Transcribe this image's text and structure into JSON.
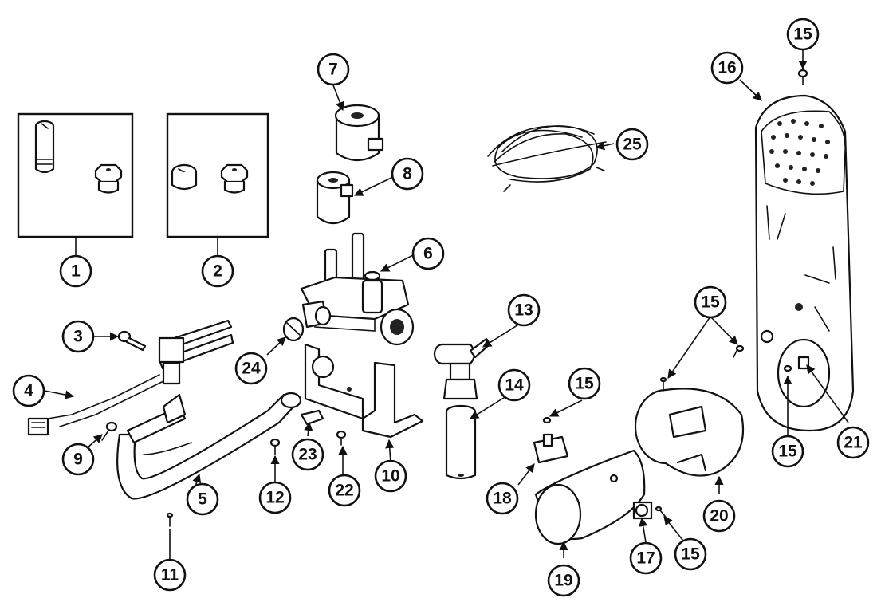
{
  "callouts": [
    {
      "id": "c1",
      "label": "1"
    },
    {
      "id": "c2",
      "label": "2"
    },
    {
      "id": "c3",
      "label": "3"
    },
    {
      "id": "c4",
      "label": "4"
    },
    {
      "id": "c5",
      "label": "5"
    },
    {
      "id": "c6",
      "label": "6"
    },
    {
      "id": "c7",
      "label": "7"
    },
    {
      "id": "c8",
      "label": "8"
    },
    {
      "id": "c9",
      "label": "9"
    },
    {
      "id": "c10",
      "label": "10"
    },
    {
      "id": "c11",
      "label": "11"
    },
    {
      "id": "c12",
      "label": "12"
    },
    {
      "id": "c13",
      "label": "13"
    },
    {
      "id": "c14",
      "label": "14"
    },
    {
      "id": "c15a",
      "label": "15"
    },
    {
      "id": "c15b",
      "label": "15"
    },
    {
      "id": "c15c",
      "label": "15"
    },
    {
      "id": "c15d",
      "label": "15"
    },
    {
      "id": "c15e",
      "label": "15"
    },
    {
      "id": "c16",
      "label": "16"
    },
    {
      "id": "c17",
      "label": "17"
    },
    {
      "id": "c18",
      "label": "18"
    },
    {
      "id": "c19",
      "label": "19"
    },
    {
      "id": "c20",
      "label": "20"
    },
    {
      "id": "c21",
      "label": "21"
    },
    {
      "id": "c22",
      "label": "22"
    },
    {
      "id": "c23",
      "label": "23"
    },
    {
      "id": "c24",
      "label": "24"
    },
    {
      "id": "c25",
      "label": "25"
    }
  ]
}
